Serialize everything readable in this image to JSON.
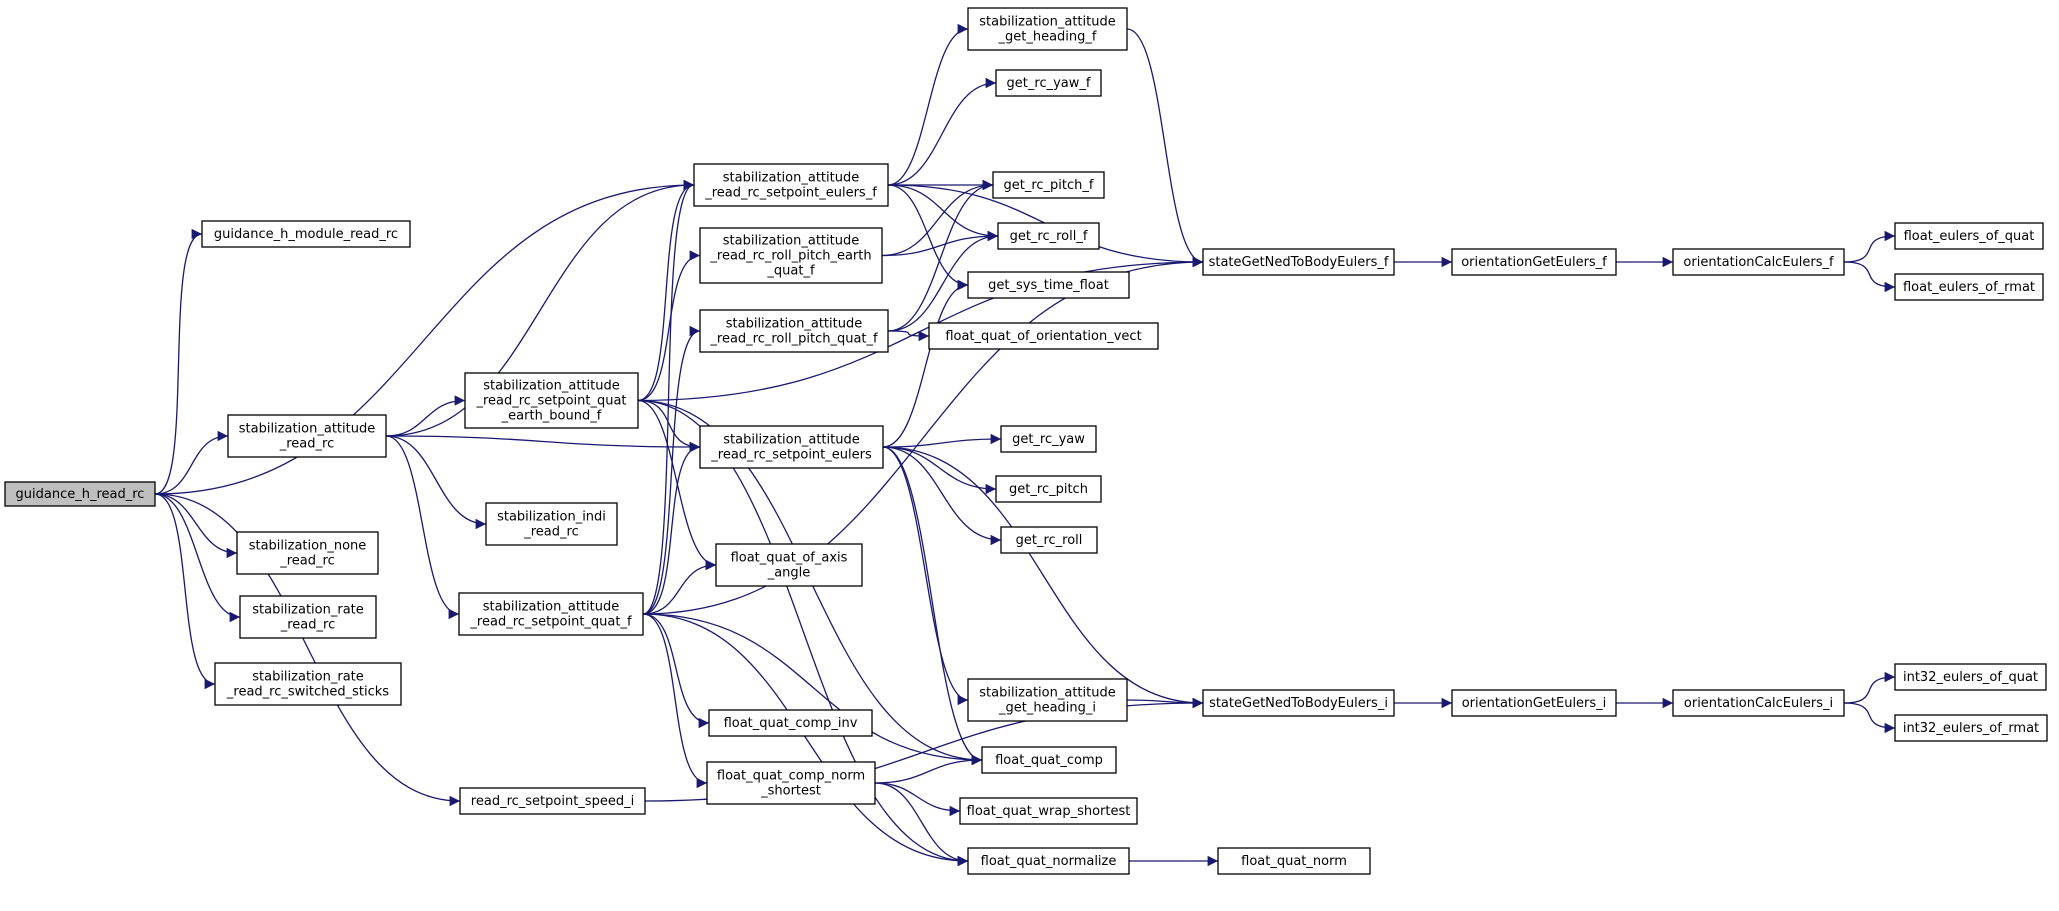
{
  "graph": {
    "type": "call-graph",
    "edge_color": "#191970",
    "root_fill": "#bfbfbf",
    "nodes": [
      {
        "id": "guidance_h_read_rc",
        "lines": [
          "guidance_h_read_rc"
        ],
        "root": true
      },
      {
        "id": "guidance_h_module_read_rc",
        "lines": [
          "guidance_h_module_read_rc"
        ]
      },
      {
        "id": "stabilization_attitude_read_rc",
        "lines": [
          "stabilization_attitude",
          "_read_rc"
        ]
      },
      {
        "id": "stabilization_none_read_rc",
        "lines": [
          "stabilization_none",
          "_read_rc"
        ]
      },
      {
        "id": "stabilization_rate_read_rc",
        "lines": [
          "stabilization_rate",
          "_read_rc"
        ]
      },
      {
        "id": "stabilization_rate_read_rc_switched_sticks",
        "lines": [
          "stabilization_rate",
          "_read_rc_switched_sticks"
        ]
      },
      {
        "id": "read_rc_setpoint_speed_i",
        "lines": [
          "read_rc_setpoint_speed_i"
        ]
      },
      {
        "id": "stabilization_attitude_read_rc_setpoint_quat_earth_bound_f",
        "lines": [
          "stabilization_attitude",
          "_read_rc_setpoint_quat",
          "_earth_bound_f"
        ]
      },
      {
        "id": "stabilization_indi_read_rc",
        "lines": [
          "stabilization_indi",
          "_read_rc"
        ]
      },
      {
        "id": "stabilization_attitude_read_rc_setpoint_quat_f",
        "lines": [
          "stabilization_attitude",
          "_read_rc_setpoint_quat_f"
        ]
      },
      {
        "id": "stabilization_attitude_read_rc_setpoint_eulers_f",
        "lines": [
          "stabilization_attitude",
          "_read_rc_setpoint_eulers_f"
        ]
      },
      {
        "id": "stabilization_attitude_read_rc_roll_pitch_earth_quat_f",
        "lines": [
          "stabilization_attitude",
          "_read_rc_roll_pitch_earth",
          "_quat_f"
        ]
      },
      {
        "id": "stabilization_attitude_read_rc_roll_pitch_quat_f",
        "lines": [
          "stabilization_attitude",
          "_read_rc_roll_pitch_quat_f"
        ]
      },
      {
        "id": "stabilization_attitude_read_rc_setpoint_eulers",
        "lines": [
          "stabilization_attitude",
          "_read_rc_setpoint_eulers"
        ]
      },
      {
        "id": "float_quat_of_axis_angle",
        "lines": [
          "float_quat_of_axis",
          "_angle"
        ]
      },
      {
        "id": "float_quat_comp_inv",
        "lines": [
          "float_quat_comp_inv"
        ]
      },
      {
        "id": "float_quat_comp_norm_shortest",
        "lines": [
          "float_quat_comp_norm",
          "_shortest"
        ]
      },
      {
        "id": "stabilization_attitude_get_heading_f",
        "lines": [
          "stabilization_attitude",
          "_get_heading_f"
        ]
      },
      {
        "id": "get_rc_yaw_f",
        "lines": [
          "get_rc_yaw_f"
        ]
      },
      {
        "id": "get_rc_pitch_f",
        "lines": [
          "get_rc_pitch_f"
        ]
      },
      {
        "id": "get_rc_roll_f",
        "lines": [
          "get_rc_roll_f"
        ]
      },
      {
        "id": "get_sys_time_float",
        "lines": [
          "get_sys_time_float"
        ]
      },
      {
        "id": "float_quat_of_orientation_vect",
        "lines": [
          "float_quat_of_orientation_vect"
        ]
      },
      {
        "id": "get_rc_yaw",
        "lines": [
          "get_rc_yaw"
        ]
      },
      {
        "id": "get_rc_pitch",
        "lines": [
          "get_rc_pitch"
        ]
      },
      {
        "id": "get_rc_roll",
        "lines": [
          "get_rc_roll"
        ]
      },
      {
        "id": "stabilization_attitude_get_heading_i",
        "lines": [
          "stabilization_attitude",
          "_get_heading_i"
        ]
      },
      {
        "id": "float_quat_comp",
        "lines": [
          "float_quat_comp"
        ]
      },
      {
        "id": "float_quat_wrap_shortest",
        "lines": [
          "float_quat_wrap_shortest"
        ]
      },
      {
        "id": "float_quat_normalize",
        "lines": [
          "float_quat_normalize"
        ]
      },
      {
        "id": "stateGetNedToBodyEulers_f",
        "lines": [
          "stateGetNedToBodyEulers_f"
        ]
      },
      {
        "id": "stateGetNedToBodyEulers_i",
        "lines": [
          "stateGetNedToBodyEulers_i"
        ]
      },
      {
        "id": "float_quat_norm",
        "lines": [
          "float_quat_norm"
        ]
      },
      {
        "id": "orientationGetEulers_f",
        "lines": [
          "orientationGetEulers_f"
        ]
      },
      {
        "id": "orientationGetEulers_i",
        "lines": [
          "orientationGetEulers_i"
        ]
      },
      {
        "id": "orientationCalcEulers_f",
        "lines": [
          "orientationCalcEulers_f"
        ]
      },
      {
        "id": "orientationCalcEulers_i",
        "lines": [
          "orientationCalcEulers_i"
        ]
      },
      {
        "id": "float_eulers_of_quat",
        "lines": [
          "float_eulers_of_quat"
        ]
      },
      {
        "id": "float_eulers_of_rmat",
        "lines": [
          "float_eulers_of_rmat"
        ]
      },
      {
        "id": "int32_eulers_of_quat",
        "lines": [
          "int32_eulers_of_quat"
        ]
      },
      {
        "id": "int32_eulers_of_rmat",
        "lines": [
          "int32_eulers_of_rmat"
        ]
      }
    ],
    "edges": [
      [
        "guidance_h_read_rc",
        "guidance_h_module_read_rc"
      ],
      [
        "guidance_h_read_rc",
        "stabilization_attitude_read_rc_setpoint_eulers_f"
      ],
      [
        "guidance_h_read_rc",
        "stabilization_attitude_read_rc"
      ],
      [
        "guidance_h_read_rc",
        "read_rc_setpoint_speed_i"
      ],
      [
        "guidance_h_read_rc",
        "stabilization_none_read_rc"
      ],
      [
        "guidance_h_read_rc",
        "stabilization_rate_read_rc"
      ],
      [
        "guidance_h_read_rc",
        "stabilization_rate_read_rc_switched_sticks"
      ],
      [
        "stabilization_attitude_read_rc",
        "stabilization_attitude_read_rc_setpoint_eulers_f"
      ],
      [
        "stabilization_attitude_read_rc",
        "stabilization_attitude_read_rc_setpoint_quat_earth_bound_f"
      ],
      [
        "stabilization_attitude_read_rc",
        "stabilization_attitude_read_rc_setpoint_eulers"
      ],
      [
        "stabilization_attitude_read_rc",
        "stabilization_indi_read_rc"
      ],
      [
        "stabilization_attitude_read_rc",
        "stabilization_attitude_read_rc_setpoint_quat_f"
      ],
      [
        "stabilization_attitude_read_rc_setpoint_quat_earth_bound_f",
        "stabilization_attitude_read_rc_setpoint_eulers_f"
      ],
      [
        "stabilization_attitude_read_rc_setpoint_quat_earth_bound_f",
        "stabilization_attitude_read_rc_roll_pitch_earth_quat_f"
      ],
      [
        "stabilization_attitude_read_rc_setpoint_quat_earth_bound_f",
        "stateGetNedToBodyEulers_f"
      ],
      [
        "stabilization_attitude_read_rc_setpoint_quat_earth_bound_f",
        "stabilization_attitude_read_rc_setpoint_eulers"
      ],
      [
        "stabilization_attitude_read_rc_setpoint_quat_earth_bound_f",
        "float_quat_of_axis_angle"
      ],
      [
        "stabilization_attitude_read_rc_setpoint_quat_earth_bound_f",
        "float_quat_comp"
      ],
      [
        "stabilization_attitude_read_rc_setpoint_quat_earth_bound_f",
        "float_quat_normalize"
      ],
      [
        "stabilization_attitude_read_rc_setpoint_quat_f",
        "stabilization_attitude_read_rc_setpoint_eulers_f"
      ],
      [
        "stabilization_attitude_read_rc_setpoint_quat_f",
        "stabilization_attitude_read_rc_roll_pitch_quat_f"
      ],
      [
        "stabilization_attitude_read_rc_setpoint_quat_f",
        "stabilization_attitude_read_rc_setpoint_eulers"
      ],
      [
        "stabilization_attitude_read_rc_setpoint_quat_f",
        "float_quat_of_axis_angle"
      ],
      [
        "stabilization_attitude_read_rc_setpoint_quat_f",
        "stateGetNedToBodyEulers_f"
      ],
      [
        "stabilization_attitude_read_rc_setpoint_quat_f",
        "float_quat_comp_inv"
      ],
      [
        "stabilization_attitude_read_rc_setpoint_quat_f",
        "float_quat_comp_norm_shortest"
      ],
      [
        "stabilization_attitude_read_rc_setpoint_quat_f",
        "float_quat_comp"
      ],
      [
        "stabilization_attitude_read_rc_setpoint_quat_f",
        "float_quat_normalize"
      ],
      [
        "stabilization_attitude_read_rc_setpoint_eulers_f",
        "stabilization_attitude_get_heading_f"
      ],
      [
        "stabilization_attitude_read_rc_setpoint_eulers_f",
        "get_rc_yaw_f"
      ],
      [
        "stabilization_attitude_read_rc_setpoint_eulers_f",
        "get_rc_pitch_f"
      ],
      [
        "stabilization_attitude_read_rc_setpoint_eulers_f",
        "get_rc_roll_f"
      ],
      [
        "stabilization_attitude_read_rc_setpoint_eulers_f",
        "get_sys_time_float"
      ],
      [
        "stabilization_attitude_read_rc_setpoint_eulers_f",
        "stateGetNedToBodyEulers_f"
      ],
      [
        "stabilization_attitude_read_rc_roll_pitch_earth_quat_f",
        "get_rc_pitch_f"
      ],
      [
        "stabilization_attitude_read_rc_roll_pitch_earth_quat_f",
        "get_rc_roll_f"
      ],
      [
        "stabilization_attitude_read_rc_roll_pitch_quat_f",
        "get_rc_pitch_f"
      ],
      [
        "stabilization_attitude_read_rc_roll_pitch_quat_f",
        "get_rc_roll_f"
      ],
      [
        "stabilization_attitude_read_rc_roll_pitch_quat_f",
        "float_quat_of_orientation_vect"
      ],
      [
        "stabilization_attitude_read_rc_setpoint_eulers",
        "get_sys_time_float"
      ],
      [
        "stabilization_attitude_read_rc_setpoint_eulers",
        "get_rc_yaw"
      ],
      [
        "stabilization_attitude_read_rc_setpoint_eulers",
        "get_rc_pitch"
      ],
      [
        "stabilization_attitude_read_rc_setpoint_eulers",
        "get_rc_roll"
      ],
      [
        "stabilization_attitude_read_rc_setpoint_eulers",
        "stabilization_attitude_get_heading_i"
      ],
      [
        "stabilization_attitude_read_rc_setpoint_eulers",
        "stateGetNedToBodyEulers_i"
      ],
      [
        "stabilization_attitude_read_rc_setpoint_eulers",
        "float_quat_comp"
      ],
      [
        "stabilization_attitude_get_heading_f",
        "stateGetNedToBodyEulers_f"
      ],
      [
        "stabilization_attitude_get_heading_i",
        "stateGetNedToBodyEulers_i"
      ],
      [
        "float_quat_comp_norm_shortest",
        "float_quat_comp"
      ],
      [
        "float_quat_comp_norm_shortest",
        "float_quat_wrap_shortest"
      ],
      [
        "float_quat_comp_norm_shortest",
        "float_quat_normalize"
      ],
      [
        "read_rc_setpoint_speed_i",
        "stateGetNedToBodyEulers_i"
      ],
      [
        "float_quat_normalize",
        "float_quat_norm"
      ],
      [
        "stateGetNedToBodyEulers_f",
        "orientationGetEulers_f"
      ],
      [
        "orientationGetEulers_f",
        "orientationCalcEulers_f"
      ],
      [
        "orientationCalcEulers_f",
        "float_eulers_of_quat"
      ],
      [
        "orientationCalcEulers_f",
        "float_eulers_of_rmat"
      ],
      [
        "stateGetNedToBodyEulers_i",
        "orientationGetEulers_i"
      ],
      [
        "orientationGetEulers_i",
        "orientationCalcEulers_i"
      ],
      [
        "orientationCalcEulers_i",
        "int32_eulers_of_quat"
      ],
      [
        "orientationCalcEulers_i",
        "int32_eulers_of_rmat"
      ]
    ]
  }
}
